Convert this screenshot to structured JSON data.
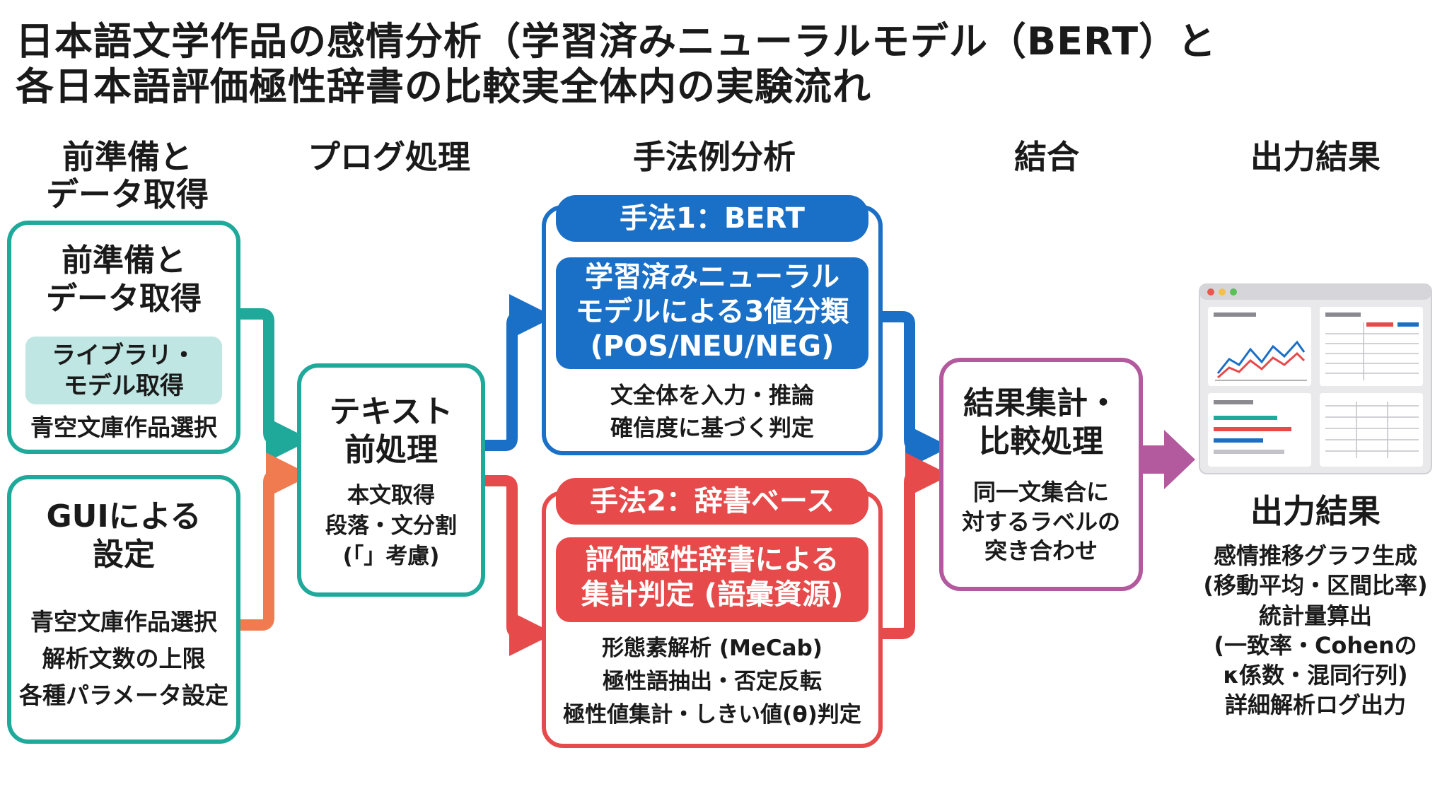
{
  "title": {
    "line1": "日本語文学作品の感情分析（学習済みニューラルモデル（BERT）と",
    "line2": "各日本語評価極性辞書の比較実全体内の実験流れ"
  },
  "columns": {
    "prep_line1": "前準備と",
    "prep_line2": "データ取得",
    "process": "プログ処理",
    "methods": "手法例分析",
    "merge": "結合",
    "output": "出力結果"
  },
  "prep_box": {
    "title_line1": "前準備と",
    "title_line2": "データ取得",
    "highlight_line1": "ライブラリ・",
    "highlight_line2": "モデル取得",
    "item": "青空文庫作品選択"
  },
  "gui_box": {
    "title_line1": "GUIによる",
    "title_line2": "設定",
    "items": [
      "青空文庫作品選択",
      "解析文数の上限",
      "各種パラメータ設定"
    ]
  },
  "text_box": {
    "title_line1": "テキスト",
    "title_line2": "前処理",
    "items": [
      "本文取得",
      "段落・文分割",
      "(「」考慮)"
    ]
  },
  "method1": {
    "header": "手法1：BERT",
    "inner_line1": "学習済みニューラル",
    "inner_line2": "モデルによる3値分類",
    "inner_line3": "(POS/NEU/NEG)",
    "items": [
      "文全体を入力・推論",
      "確信度に基づく判定"
    ]
  },
  "method2": {
    "header": "手法2：辞書ベース",
    "inner_line1": "評価極性辞書による",
    "inner_line2": "集計判定 (語彙資源)",
    "items": [
      "形態素解析 (MeCab)",
      "極性語抽出・否定反転",
      "極性値集計・しきい値(θ)判定"
    ]
  },
  "merge_box": {
    "title_line1": "結果集計・",
    "title_line2": "比較処理",
    "items": [
      "同一文集合に",
      "対するラベルの",
      "突き合わせ"
    ]
  },
  "output_box": {
    "title": "出力結果",
    "items": [
      "感情推移グラフ生成",
      "(移動平均・区間比率)",
      "統計量算出",
      "(一致率・Cohenの",
      "κ係数・混同行列)",
      "詳細解析ログ出力"
    ]
  },
  "colors": {
    "teal": "#1fa99a",
    "blue": "#1a6fc6",
    "red": "#e64a4a",
    "orange": "#f07b50",
    "purple": "#b35a9e",
    "highlight": "#bfe6e2"
  },
  "icons": {
    "dashboard": "dashboard-mockup-icon"
  }
}
